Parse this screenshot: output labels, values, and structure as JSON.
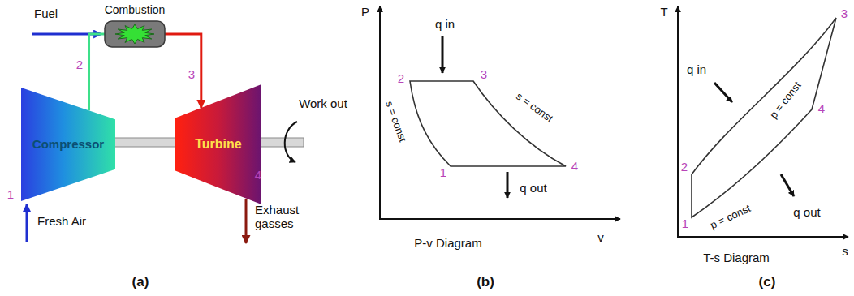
{
  "diagram": {
    "nodes": [
      {
        "text": [
          "Compressor"
        ]
      },
      {
        "text": [
          "Combustion"
        ]
      },
      {
        "text": [
          "Turbine"
        ]
      }
    ],
    "edges": [
      {
        "from": 0,
        "to": 1,
        "arrow": "none"
      },
      {
        "from": 1,
        "to": 2,
        "arrow": "to"
      }
    ],
    "labels": [
      "Fuel",
      "2",
      "3",
      "1",
      "Fresh Air",
      "Work out",
      "4",
      "Exhaust gasses",
      "(a)",
      "P",
      "q in",
      "2",
      "3",
      "s = const",
      "s = const",
      "1",
      "4",
      "q out",
      "P-v Diagram",
      "v",
      "(b)",
      "T",
      "3",
      "q in",
      "p = const",
      "4",
      "2",
      "p = const",
      "1",
      "q out",
      "T-s Diagram",
      "s",
      "(c)"
    ]
  }
}
